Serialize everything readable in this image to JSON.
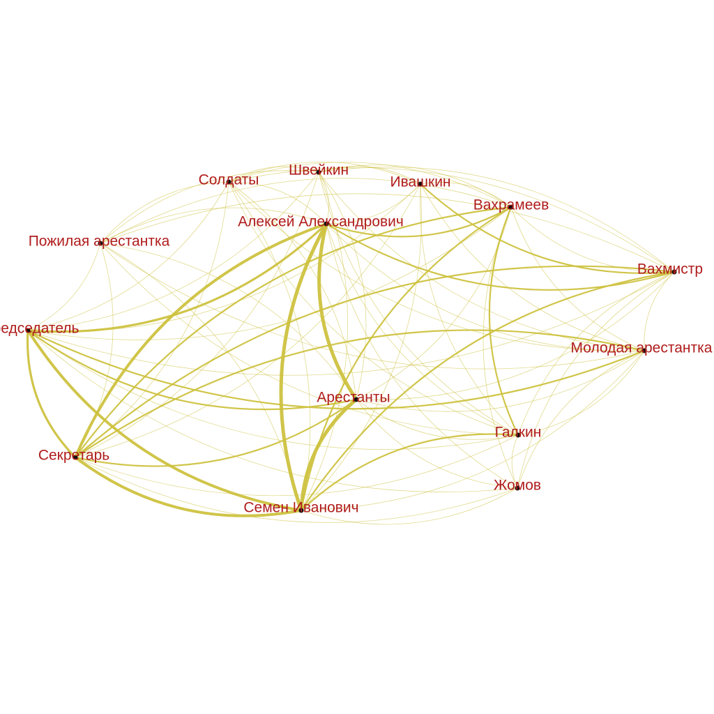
{
  "graph": {
    "colors": {
      "edge": "#cdc23f",
      "node": "#111111",
      "label": "#b01c1c",
      "background": "#ffffff"
    },
    "nodes": [
      {
        "id": "soldaty",
        "label": "Солдаты"
      },
      {
        "id": "shveykin",
        "label": "Швейкин"
      },
      {
        "id": "ivashkin",
        "label": "Ивашкин"
      },
      {
        "id": "vakhrameev",
        "label": "Вахрамеев"
      },
      {
        "id": "aleksey",
        "label": "Алексей Александрович"
      },
      {
        "id": "pozhilaya",
        "label": "Пожилая арестантка"
      },
      {
        "id": "vakhmistr",
        "label": "Вахмистр"
      },
      {
        "id": "predsedatel",
        "label": "Председатель"
      },
      {
        "id": "molodaya",
        "label": "Молодая арестантка"
      },
      {
        "id": "arestanty",
        "label": "Арестанты"
      },
      {
        "id": "galkin",
        "label": "Галкин"
      },
      {
        "id": "sekretar",
        "label": "Секретарь"
      },
      {
        "id": "zhomov",
        "label": "Жомов"
      },
      {
        "id": "semen",
        "label": "Семен Иванович"
      }
    ],
    "edges": [
      {
        "source": "aleksey",
        "target": "arestanty",
        "weight": 5
      },
      {
        "source": "arestanty",
        "target": "semen",
        "weight": 5
      },
      {
        "source": "aleksey",
        "target": "semen",
        "weight": 5
      },
      {
        "source": "sekretar",
        "target": "semen",
        "weight": 4
      },
      {
        "source": "aleksey",
        "target": "sekretar",
        "weight": 4
      },
      {
        "source": "predsedatel",
        "target": "semen",
        "weight": 4
      },
      {
        "source": "predsedatel",
        "target": "aleksey",
        "weight": 3
      },
      {
        "source": "predsedatel",
        "target": "sekretar",
        "weight": 3
      },
      {
        "source": "aleksey",
        "target": "vakhrameev",
        "weight": 2
      },
      {
        "source": "aleksey",
        "target": "vakhmistr",
        "weight": 2
      },
      {
        "source": "ivashkin",
        "target": "vakhmistr",
        "weight": 2
      },
      {
        "source": "vakhrameev",
        "target": "semen",
        "weight": 2
      },
      {
        "source": "vakhrameev",
        "target": "sekretar",
        "weight": 2
      },
      {
        "source": "vakhmistr",
        "target": "semen",
        "weight": 2
      },
      {
        "source": "vakhmistr",
        "target": "sekretar",
        "weight": 2
      },
      {
        "source": "predsedatel",
        "target": "molodaya",
        "weight": 2
      },
      {
        "source": "molodaya",
        "target": "sekretar",
        "weight": 2
      },
      {
        "source": "galkin",
        "target": "semen",
        "weight": 2
      },
      {
        "source": "predsedatel",
        "target": "arestanty",
        "weight": 2
      },
      {
        "source": "sekretar",
        "target": "arestanty",
        "weight": 2
      },
      {
        "source": "vakhrameev",
        "target": "galkin",
        "weight": 2
      },
      {
        "source": "predsedatel",
        "target": "vakhmistr",
        "weight": 1
      },
      {
        "source": "predsedatel",
        "target": "vakhrameev",
        "weight": 1
      },
      {
        "source": "predsedatel",
        "target": "ivashkin",
        "weight": 1
      },
      {
        "source": "predsedatel",
        "target": "galkin",
        "weight": 1
      },
      {
        "source": "predsedatel",
        "target": "pozhilaya",
        "weight": 1
      },
      {
        "source": "predsedatel",
        "target": "soldaty",
        "weight": 1
      },
      {
        "source": "predsedatel",
        "target": "shveykin",
        "weight": 1
      },
      {
        "source": "sekretar",
        "target": "galkin",
        "weight": 1
      },
      {
        "source": "sekretar",
        "target": "zhomov",
        "weight": 1
      },
      {
        "source": "sekretar",
        "target": "ivashkin",
        "weight": 1
      },
      {
        "source": "sekretar",
        "target": "soldaty",
        "weight": 1
      },
      {
        "source": "sekretar",
        "target": "shveykin",
        "weight": 1
      },
      {
        "source": "sekretar",
        "target": "pozhilaya",
        "weight": 1
      },
      {
        "source": "semen",
        "target": "zhomov",
        "weight": 1
      },
      {
        "source": "semen",
        "target": "ivashkin",
        "weight": 1
      },
      {
        "source": "semen",
        "target": "soldaty",
        "weight": 1
      },
      {
        "source": "semen",
        "target": "shveykin",
        "weight": 1
      },
      {
        "source": "semen",
        "target": "pozhilaya",
        "weight": 1
      },
      {
        "source": "semen",
        "target": "molodaya",
        "weight": 1
      },
      {
        "source": "aleksey",
        "target": "galkin",
        "weight": 1
      },
      {
        "source": "aleksey",
        "target": "zhomov",
        "weight": 1
      },
      {
        "source": "aleksey",
        "target": "molodaya",
        "weight": 1
      },
      {
        "source": "aleksey",
        "target": "pozhilaya",
        "weight": 1
      },
      {
        "source": "aleksey",
        "target": "soldaty",
        "weight": 1
      },
      {
        "source": "aleksey",
        "target": "shveykin",
        "weight": 1
      },
      {
        "source": "aleksey",
        "target": "ivashkin",
        "weight": 1
      },
      {
        "source": "arestanty",
        "target": "vakhrameev",
        "weight": 1
      },
      {
        "source": "arestanty",
        "target": "vakhmistr",
        "weight": 1
      },
      {
        "source": "arestanty",
        "target": "molodaya",
        "weight": 1
      },
      {
        "source": "arestanty",
        "target": "galkin",
        "weight": 1
      },
      {
        "source": "arestanty",
        "target": "soldaty",
        "weight": 1
      },
      {
        "source": "arestanty",
        "target": "shveykin",
        "weight": 1
      },
      {
        "source": "arestanty",
        "target": "pozhilaya",
        "weight": 1
      },
      {
        "source": "vakhrameev",
        "target": "vakhmistr",
        "weight": 1
      },
      {
        "source": "vakhrameev",
        "target": "molodaya",
        "weight": 1
      },
      {
        "source": "vakhrameev",
        "target": "zhomov",
        "weight": 1
      },
      {
        "source": "vakhrameev",
        "target": "ivashkin",
        "weight": 1
      },
      {
        "source": "vakhrameev",
        "target": "shveykin",
        "weight": 1
      },
      {
        "source": "vakhrameev",
        "target": "soldaty",
        "weight": 1
      },
      {
        "source": "vakhrameev",
        "target": "pozhilaya",
        "weight": 1
      },
      {
        "source": "vakhmistr",
        "target": "molodaya",
        "weight": 1
      },
      {
        "source": "vakhmistr",
        "target": "galkin",
        "weight": 1
      },
      {
        "source": "vakhmistr",
        "target": "zhomov",
        "weight": 1
      },
      {
        "source": "vakhmistr",
        "target": "shveykin",
        "weight": 1
      },
      {
        "source": "vakhmistr",
        "target": "soldaty",
        "weight": 1
      },
      {
        "source": "vakhmistr",
        "target": "pozhilaya",
        "weight": 1
      },
      {
        "source": "ivashkin",
        "target": "galkin",
        "weight": 1
      },
      {
        "source": "ivashkin",
        "target": "molodaya",
        "weight": 1
      },
      {
        "source": "ivashkin",
        "target": "shveykin",
        "weight": 1
      },
      {
        "source": "ivashkin",
        "target": "soldaty",
        "weight": 1
      },
      {
        "source": "shveykin",
        "target": "soldaty",
        "weight": 1
      },
      {
        "source": "shveykin",
        "target": "pozhilaya",
        "weight": 1
      },
      {
        "source": "shveykin",
        "target": "galkin",
        "weight": 1
      },
      {
        "source": "shveykin",
        "target": "molodaya",
        "weight": 1
      },
      {
        "source": "soldaty",
        "target": "pozhilaya",
        "weight": 1
      },
      {
        "source": "soldaty",
        "target": "galkin",
        "weight": 1
      },
      {
        "source": "soldaty",
        "target": "molodaya",
        "weight": 1
      },
      {
        "source": "pozhilaya",
        "target": "molodaya",
        "weight": 1
      },
      {
        "source": "pozhilaya",
        "target": "galkin",
        "weight": 1
      },
      {
        "source": "galkin",
        "target": "molodaya",
        "weight": 1
      },
      {
        "source": "galkin",
        "target": "zhomov",
        "weight": 1
      },
      {
        "source": "molodaya",
        "target": "zhomov",
        "weight": 1
      },
      {
        "source": "predsedatel",
        "target": "zhomov",
        "weight": 1
      },
      {
        "source": "arestanty",
        "target": "zhomov",
        "weight": 1
      }
    ]
  }
}
